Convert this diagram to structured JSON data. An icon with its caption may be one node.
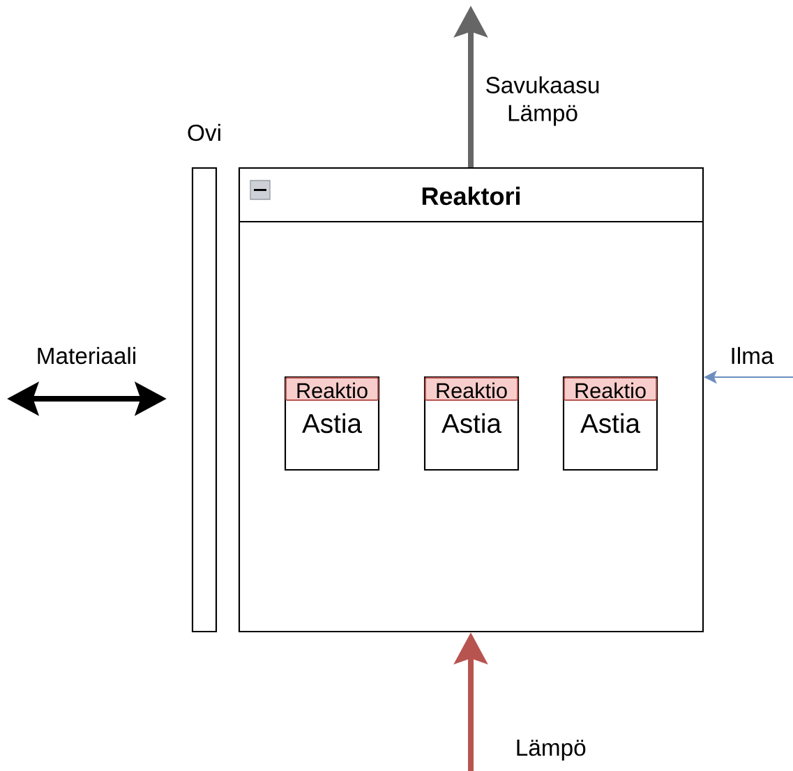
{
  "diagram": {
    "nodes": [
      {
        "text": [
          "Reaktori"
        ]
      },
      {
        "text": [
          "Ovi"
        ]
      },
      {
        "text": [
          "Reaktio",
          "Astia"
        ],
        "in": 0
      },
      {
        "text": [
          "Reaktio",
          "Astia"
        ],
        "in": 0
      },
      {
        "text": [
          "Reaktio",
          "Astia"
        ],
        "in": 0
      }
    ],
    "edges": [
      {
        "from": 0,
        "to": null,
        "arrow": "to",
        "label": "Savukaasu Lämpö",
        "color": "#666666"
      },
      {
        "from": null,
        "to": 0,
        "arrow": "to",
        "label": "Lämpö",
        "color": "#b85450"
      },
      {
        "from": null,
        "to": 0,
        "arrow": "to",
        "label": "Ilma",
        "color": "#6c8ebf"
      },
      {
        "from": null,
        "to": 1,
        "arrow": "both",
        "label": "Materiaali",
        "color": "#000000"
      }
    ]
  }
}
